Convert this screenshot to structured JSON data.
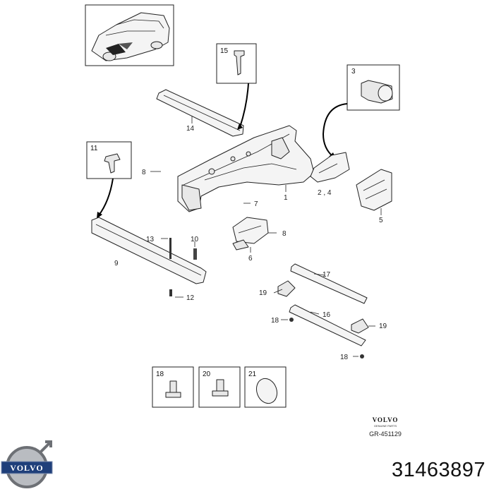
{
  "diagram": {
    "callouts": {
      "p1": "1",
      "p2_4": "2 , 4",
      "p3": "3",
      "p5": "5",
      "p6": "6",
      "p7": "7",
      "p8a": "8",
      "p8b": "8",
      "p9": "9",
      "p10": "10",
      "p11": "11",
      "p12": "12",
      "p13": "13",
      "p14": "14",
      "p15": "15",
      "p16": "16",
      "p17": "17",
      "p18a": "18",
      "p18b": "18",
      "p19a": "19",
      "p19b": "19"
    },
    "legend_boxes": [
      {
        "label": "18"
      },
      {
        "label": "20"
      },
      {
        "label": "21"
      }
    ]
  },
  "reference": {
    "brand": "VOLVO",
    "subtitle": "GENUINE PARTS",
    "code": "GR-451129"
  },
  "logo": {
    "text": "VOLVO"
  },
  "part_number": "31463897"
}
